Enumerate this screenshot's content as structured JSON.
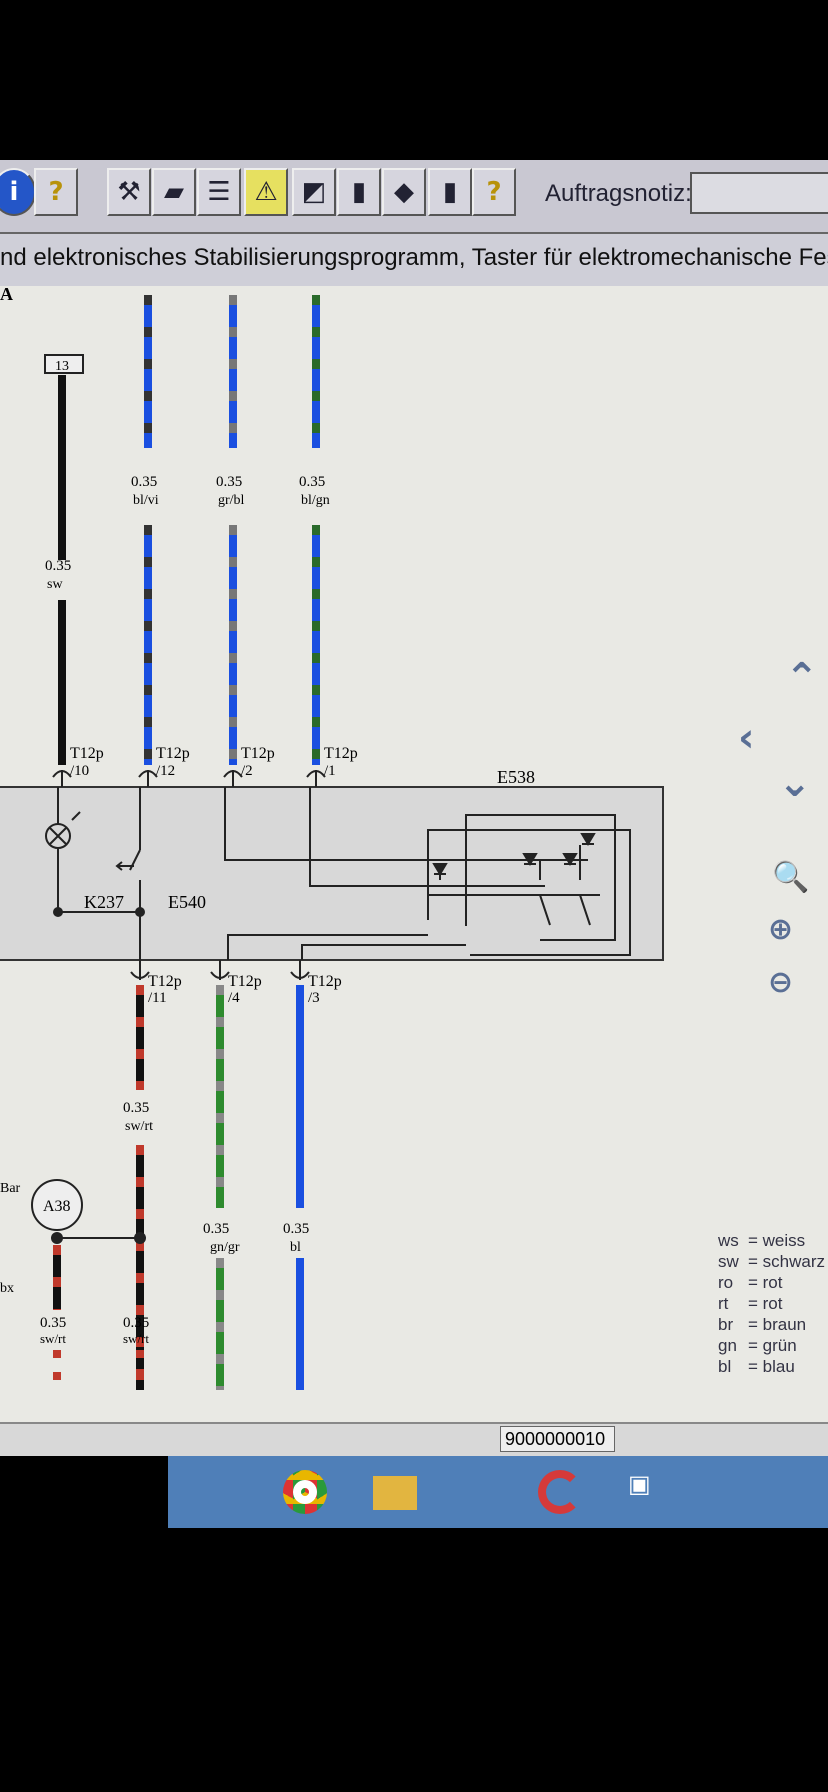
{
  "toolbar": {
    "buttons": [
      {
        "name": "info",
        "glyph": "i"
      },
      {
        "name": "help",
        "glyph": "?"
      },
      {
        "name": "tools",
        "glyph": "⚒"
      },
      {
        "name": "book",
        "glyph": "▰"
      },
      {
        "name": "list",
        "glyph": "☰"
      },
      {
        "name": "warning",
        "glyph": "⚠"
      },
      {
        "name": "meter",
        "glyph": "◩"
      },
      {
        "name": "battery",
        "glyph": "▮"
      },
      {
        "name": "car",
        "glyph": "◆"
      },
      {
        "name": "manual",
        "glyph": "▮"
      },
      {
        "name": "question-doc",
        "glyph": "?"
      }
    ],
    "note_label": "Auftragsnotiz:",
    "note_value": ""
  },
  "title": "nd elektronisches Stabilisierungsprogramm, Taster für elektromechanische Feststell",
  "corner_label": "A",
  "diagram": {
    "top_wires": [
      {
        "size": "0.35",
        "color": "sw",
        "pin": "T12p",
        "num": "/10",
        "c1": "#111",
        "c2": "#111"
      },
      {
        "size": "0.35",
        "color": "bl/vi",
        "pin": "T12p",
        "num": "/12",
        "c1": "#1a4fe0",
        "c2": "#333"
      },
      {
        "size": "0.35",
        "color": "gr/bl",
        "pin": "T12p",
        "num": "/2",
        "c1": "#1a4fe0",
        "c2": "#777"
      },
      {
        "size": "0.35",
        "color": "bl/gn",
        "pin": "T12p",
        "num": "/1",
        "c1": "#1a4fe0",
        "c2": "#2a6a2a"
      }
    ],
    "bottom_wires": [
      {
        "size": "0.35",
        "color": "sw/rt",
        "pin": "T12p",
        "num": "/11",
        "c1": "#111",
        "c2": "#c0392b"
      },
      {
        "size": "0.35",
        "color": "gn/gr",
        "pin": "T12p",
        "num": "/4",
        "c1": "#2e8b2e",
        "c2": "#888"
      },
      {
        "size": "0.35",
        "color": "bl",
        "pin": "T12p",
        "num": "/3",
        "c1": "#1a4fe0",
        "c2": "#1a4fe0"
      }
    ],
    "ref_13": "13",
    "k237": "K237",
    "e540": "E540",
    "e538": "E538",
    "a38": "A38",
    "left_bar": "Bar",
    "left_bx": "bx",
    "lower": [
      {
        "size": "0.35",
        "color": "sw/rt"
      },
      {
        "size": "0.35",
        "color": "sw/rt"
      }
    ]
  },
  "legend": [
    {
      "k": "ws",
      "v": "= weiss"
    },
    {
      "k": "sw",
      "v": "= schwarz"
    },
    {
      "k": "ro",
      "v": "= rot"
    },
    {
      "k": "rt",
      "v": "= rot"
    },
    {
      "k": "br",
      "v": "= braun"
    },
    {
      "k": "gn",
      "v": "= grün"
    },
    {
      "k": "bl",
      "v": "= blau"
    }
  ],
  "status": {
    "code": "9000000010"
  }
}
